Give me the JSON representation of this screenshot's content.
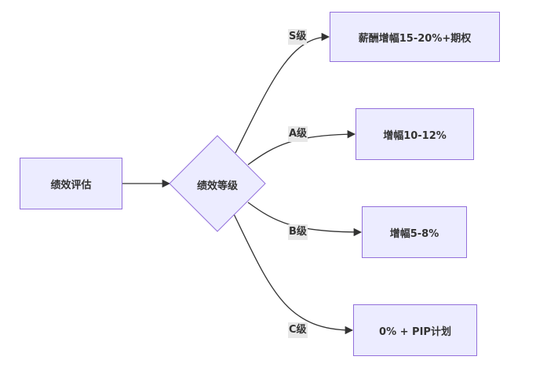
{
  "nodes": {
    "start": "绩效评估",
    "decision": "绩效等级",
    "s_result": "薪酬增幅15-20%+期权",
    "a_result": "增幅10-12%",
    "b_result": "增幅5-8%",
    "c_result": "0% + PIP计划"
  },
  "edges": {
    "s": "S级",
    "a": "A级",
    "b": "B级",
    "c": "C级"
  },
  "colors": {
    "node_fill": "#ececff",
    "node_border": "#9370db",
    "edge": "#333333",
    "label_bg": "#e8e8e8"
  }
}
